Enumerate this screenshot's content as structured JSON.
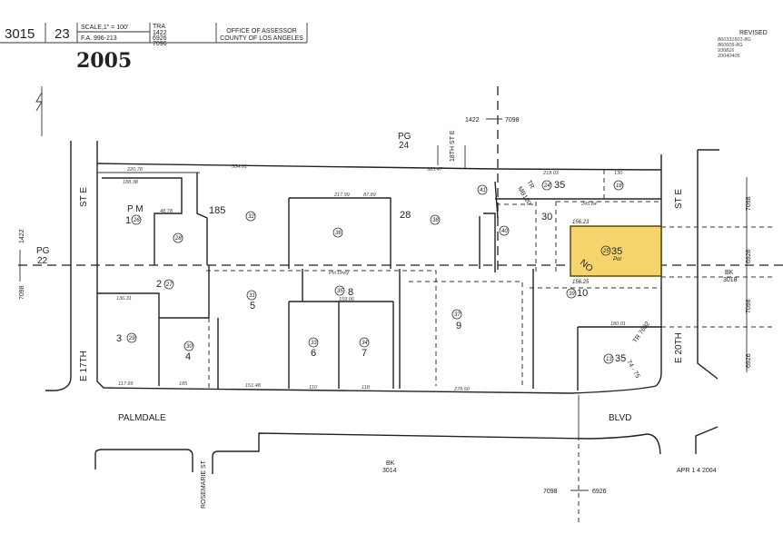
{
  "header": {
    "book": "3015",
    "page": "23",
    "scale": "SCALE,1\" = 100'",
    "fa": "F.A. 996-213",
    "tra_label": "TRA",
    "tra_codes": [
      "1422",
      "6926",
      "7096"
    ],
    "office_line1": "OFFICE OF ASSESSOR",
    "office_line2": "COUNTY OF LOS ANGELES",
    "year": "2005"
  },
  "revised": {
    "label": "REVISED",
    "entries": [
      "860331601-8G",
      "860605-8G",
      "930816",
      "20040405"
    ]
  },
  "streets": {
    "st_e_left": "ST E",
    "e17th": "E 17TH",
    "e18th": "18TH ST E",
    "st_e_right": "ST E",
    "e20th": "E 20TH",
    "palmdale": "PALMDALE",
    "blvd": "BLVD",
    "rosemarie": "ROSEMARIE ST"
  },
  "references": {
    "pg22": [
      "PG",
      "22"
    ],
    "pg24": [
      "PG",
      "24"
    ],
    "tra_left_top": "1422",
    "tra_left_bottom": "7098",
    "tract": [
      "TR",
      "MB120"
    ],
    "bk3018": [
      "BK",
      "3018"
    ],
    "bk3014": [
      "BK",
      "3014"
    ],
    "right_codes": [
      "7098",
      "6926",
      "7098",
      "6926"
    ],
    "bottom_codes": [
      "7098",
      "6926"
    ],
    "top_codes": [
      "1422",
      "7098"
    ],
    "tract_7682": "TR 7682",
    "mb": "74 - 75",
    "no": "NO"
  },
  "lots": [
    {
      "lot": "1",
      "parcel": "26",
      "label": "P M"
    },
    {
      "lot": "185",
      "parcel": "32"
    },
    {
      "lot": "",
      "parcel": "28"
    },
    {
      "lot": "2",
      "parcel": "27"
    },
    {
      "lot": "3",
      "parcel": "29"
    },
    {
      "lot": "4",
      "parcel": "30"
    },
    {
      "lot": "5",
      "parcel": "31"
    },
    {
      "lot": "28",
      "parcel": "36"
    },
    {
      "lot": "",
      "parcel": "38"
    },
    {
      "lot": "8",
      "parcel": "35"
    },
    {
      "lot": "6",
      "parcel": "33"
    },
    {
      "lot": "7",
      "parcel": "34"
    },
    {
      "lot": "9",
      "parcel": "37"
    },
    {
      "lot": "30",
      "parcel": "40"
    },
    {
      "lot": "",
      "parcel": "41"
    },
    {
      "lot": "35",
      "parcel": "24"
    },
    {
      "lot": "",
      "parcel": "18"
    },
    {
      "lot": "35",
      "parcel": "25"
    },
    {
      "lot": "10",
      "parcel": "39"
    },
    {
      "lot": "35",
      "parcel": "13"
    }
  ],
  "dimensions": {
    "top1": "220.78",
    "top2": "554.01",
    "top3": "383.47",
    "top4": "218.03",
    "top5": "130",
    "pm1": "188.38",
    "pm2": "48.78",
    "l2": "136.31",
    "l3": "117.99",
    "l4": "185",
    "l5": "151.48",
    "l6": "110",
    "l7": "118",
    "l9": "278.50",
    "l8": "159.06",
    "hl_top": "156.23",
    "hl_bottom": "156.25",
    "l36": "217.99",
    "l36b": "87.89",
    "l13": "180.01",
    "l30": "245.84",
    "pvt": "Pvt Drwy"
  },
  "highlight": {
    "color": "#f6d46c",
    "parcel": "25",
    "lot": "35",
    "sub": "Por"
  },
  "stamp": "APR 1 4 2004"
}
